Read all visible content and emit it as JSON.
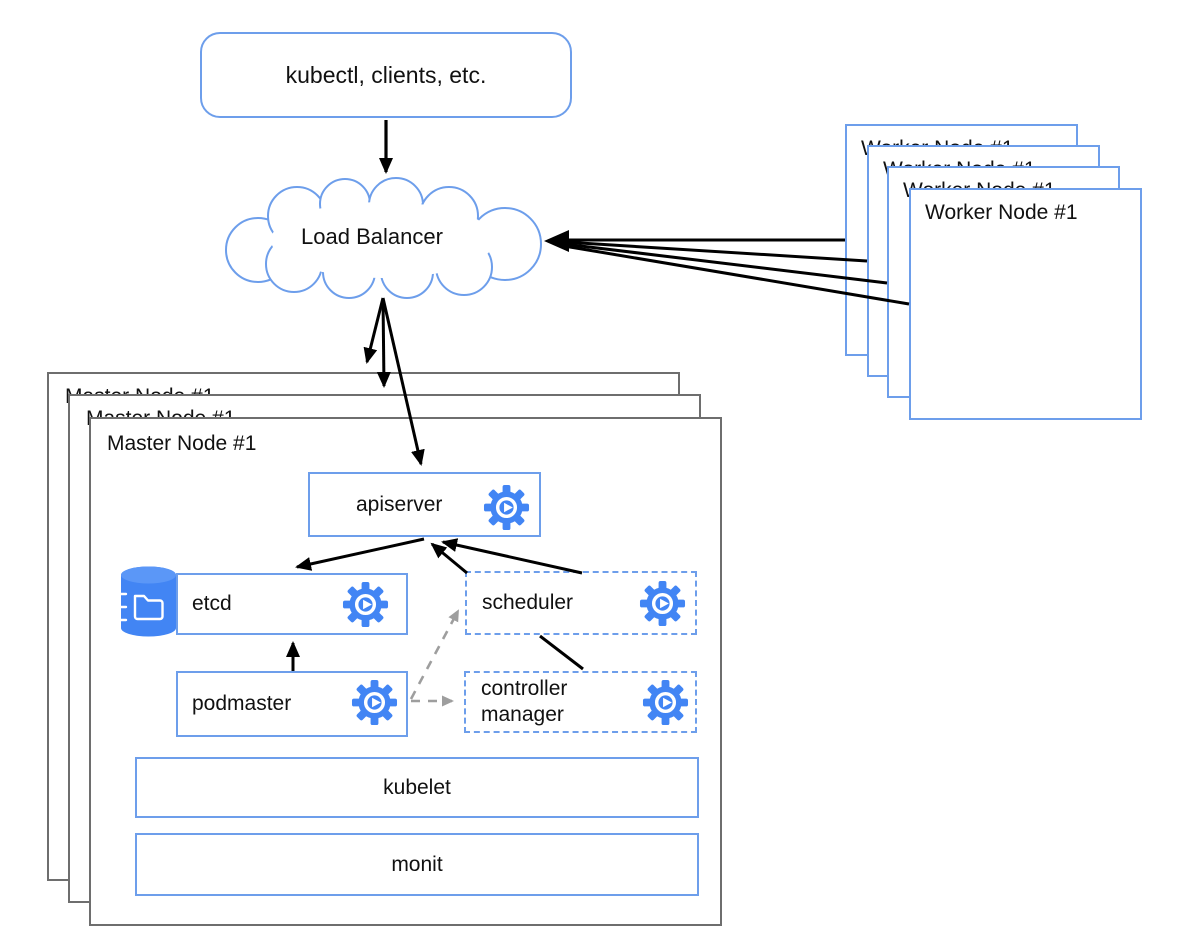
{
  "colors": {
    "accent_blue": "#4285f4",
    "border_blue": "#6d9eeb",
    "border_gray": "#6e6e6e",
    "arrow_black": "#000000",
    "arrow_gray": "#9e9e9e"
  },
  "diagram": {
    "client_box": {
      "label": "kubectl, clients, etc."
    },
    "load_balancer": {
      "label": "Load Balancer"
    },
    "worker_nodes": [
      {
        "label": "Worker Node #1"
      },
      {
        "label": "Worker Node #1"
      },
      {
        "label": "Worker Node #1"
      },
      {
        "label": "Worker Node #1"
      }
    ],
    "master_nodes": [
      {
        "label": "Master Node #1"
      },
      {
        "label": "Master Node #1"
      },
      {
        "label": "Master Node #1"
      }
    ],
    "components": {
      "apiserver": {
        "label": "apiserver"
      },
      "etcd": {
        "label": "etcd"
      },
      "podmaster": {
        "label": "podmaster"
      },
      "scheduler": {
        "label": "scheduler"
      },
      "controller_manager": {
        "label": "controller manager"
      },
      "kubelet": {
        "label": "kubelet"
      },
      "monit": {
        "label": "monit"
      }
    },
    "icons": {
      "gear": "daemon-gear-icon",
      "database": "database-cylinder-icon",
      "folder": "folder-icon",
      "cloud": "cloud-shape"
    }
  }
}
